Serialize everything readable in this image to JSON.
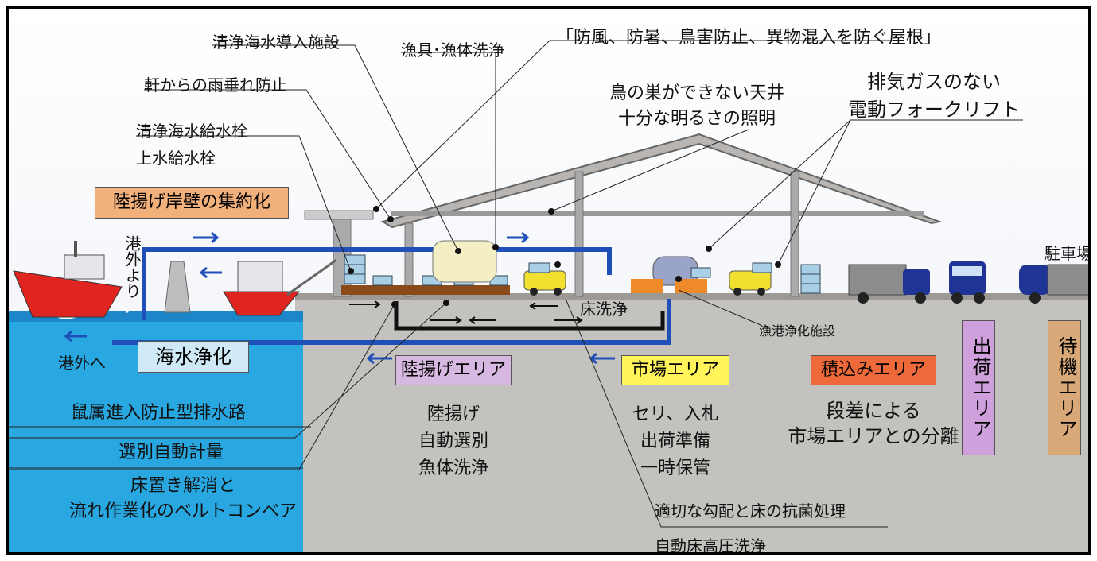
{
  "callouts": {
    "clean_seawater_intake": "清浄海水導入施設",
    "gear_wash": "漁具･漁体洗浄",
    "roof": "「防風、防暑、鳥害防止、異物混入を防ぐ屋根」",
    "eaves_drip": "軒からの雨垂れ防止",
    "ceiling_line1": "鳥の巣ができない天井",
    "ceiling_line2": "十分な明るさの照明",
    "forklift_line1": "排気ガスのない",
    "forklift_line2": "電動フォークリフト",
    "seawater_hydrant": "清浄海水給水栓",
    "water_hydrant": "上水給水栓",
    "quay_consolidation": "陸揚げ岸壁の集約化",
    "from_outside_port": "港外より",
    "floor_wash": "床洗浄",
    "port_purification_facility": "漁港浄化施設",
    "parking": "駐車場",
    "to_outside_port": "港外へ",
    "seawater_purification": "海水浄化",
    "rodent_drain": "鼠属進入防止型排水路",
    "auto_weighing": "選別自動計量",
    "conveyor_line1": "床置き解消と",
    "conveyor_line2": "流れ作業化のベルトコンベア",
    "gradient_floor": "適切な勾配と床の抗菌処理",
    "auto_floor_wash": "自動床高圧洗浄"
  },
  "areas": {
    "landing": {
      "label": "陸揚げエリア",
      "items": [
        "陸揚げ",
        "自動選別",
        "魚体洗浄"
      ],
      "color": "#d7b8e0"
    },
    "market": {
      "label": "市場エリア",
      "items": [
        "セリ、入札",
        "出荷準備",
        "一時保管"
      ],
      "color": "#fff45a"
    },
    "loading": {
      "label": "積込みエリア",
      "items": [
        "段差による",
        "市場エリアとの分離"
      ],
      "color": "#ee6a3a"
    },
    "shipping": {
      "label": "出荷エリア",
      "color": "#cfa0dc"
    },
    "waiting": {
      "label": "待機エリア",
      "color": "#d8a878"
    }
  },
  "colors": {
    "sea": "#29a7e0",
    "pipe": "#1f4fb8",
    "quay_label_bg": "#f2b07a",
    "seawater_label_bg": "#cfeaf6",
    "ground": "#c4c2bf"
  }
}
